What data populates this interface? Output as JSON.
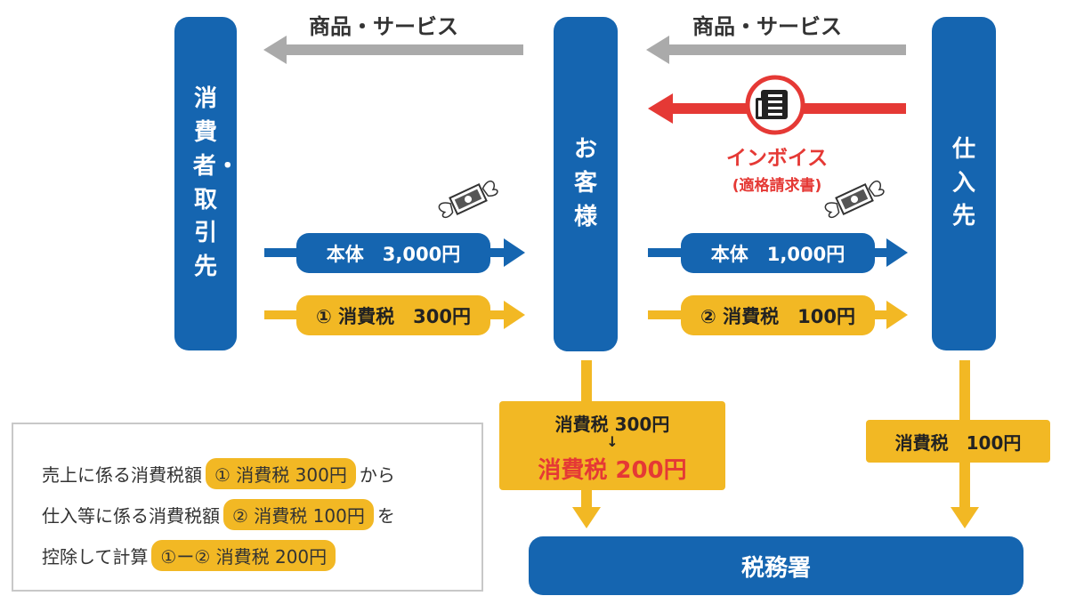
{
  "top_labels": {
    "left": "商品・サービス",
    "right": "商品・サービス"
  },
  "columns": {
    "consumer": "消費者・取引先",
    "customer": "お客様",
    "supplier": "仕入先"
  },
  "invoice": {
    "title": "インボイス",
    "subtitle": "(適格請求書)"
  },
  "flows": {
    "left_body": "本体　3,000円",
    "left_tax": "① 消費税　300円",
    "right_body": "本体　1,000円",
    "right_tax": "② 消費税　100円"
  },
  "customer_tax_box": {
    "before": "消費税 300円",
    "after": "消費税 200円"
  },
  "supplier_tax_box": "消費税　100円",
  "tax_office": "税務署",
  "summary": {
    "line1_pre": "売上に係る消費税額",
    "line1_hl": "① 消費税 300円",
    "line1_post": "から",
    "line2_pre": "仕入等に係る消費税額",
    "line2_hl": "② 消費税 100円",
    "line2_post": "を",
    "line3_pre": "控除して計算",
    "line3_hl": "①ー② 消費税 200円"
  },
  "colors": {
    "blue": "#1565b0",
    "yellow": "#f2b824",
    "gray": "#aaaaaa",
    "red": "#e53935"
  }
}
